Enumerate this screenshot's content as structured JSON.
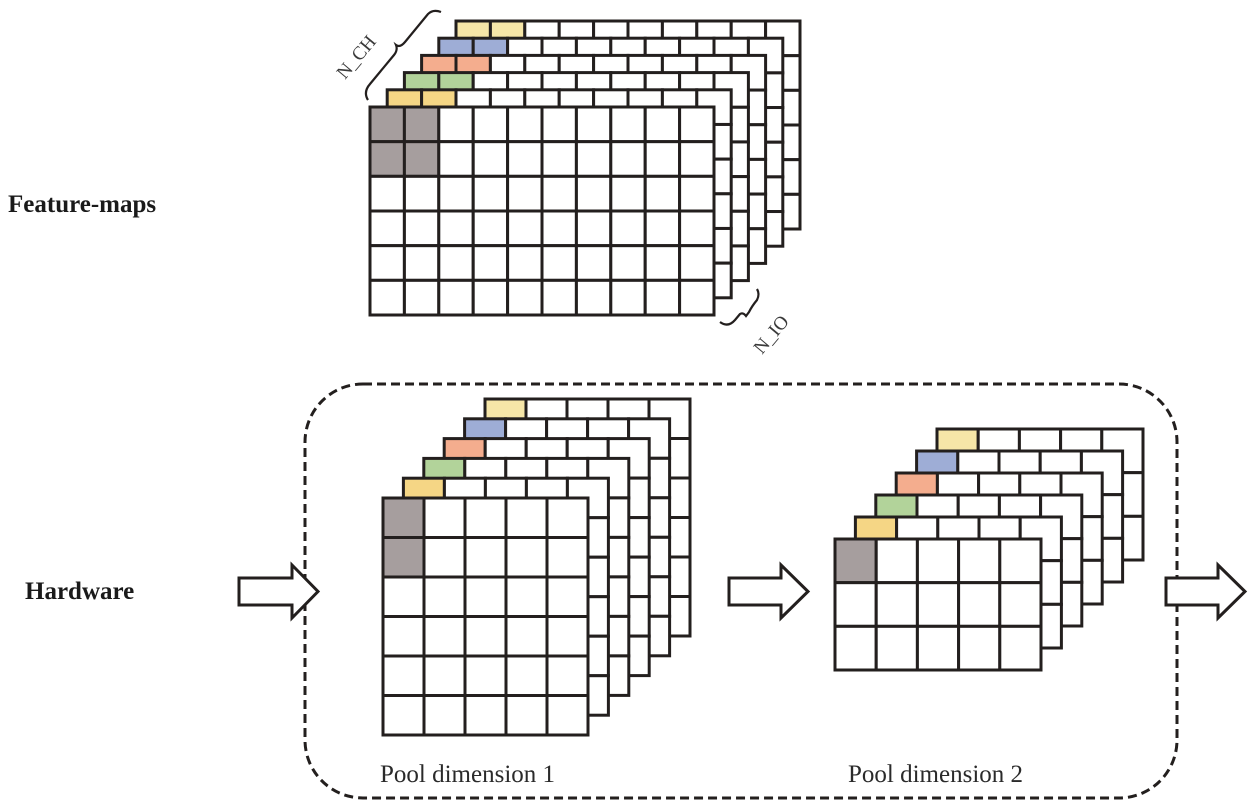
{
  "labels": {
    "feature_maps": "Feature-maps",
    "hardware": "Hardware",
    "n_ch": "N_CH",
    "n_io": "N_IO",
    "pool_dimension_1": "Pool dimension 1",
    "pool_dimension_2": "Pool dimension 2"
  },
  "colors": {
    "stroke": "#231f1e",
    "cell_fill": "#ffffff",
    "highlight_gray": "#a69e9e",
    "channel_colors": [
      "#f5d685",
      "#b2d39a",
      "#f4ad8e",
      "#9eadd6",
      "#f6e6a8"
    ]
  },
  "feature_maps": {
    "columns": 10,
    "rows": 6,
    "stacked_layers_behind": 5,
    "highlighted_window": {
      "cols": 2,
      "rows": 2
    },
    "colored_cells_per_back_layer": 2
  },
  "pool_dimension_1": {
    "columns": 5,
    "rows": 6,
    "stacked_layers_behind": 5,
    "highlighted_window": {
      "cols": 1,
      "rows": 2
    },
    "colored_cells_per_back_layer": 1
  },
  "pool_dimension_2": {
    "columns": 5,
    "rows": 3,
    "stacked_layers_behind": 5,
    "highlighted_window": {
      "cols": 1,
      "rows": 1
    },
    "colored_cells_per_back_layer": 1
  },
  "arrows": [
    "input-arrow",
    "intermediate-arrow",
    "output-arrow"
  ]
}
